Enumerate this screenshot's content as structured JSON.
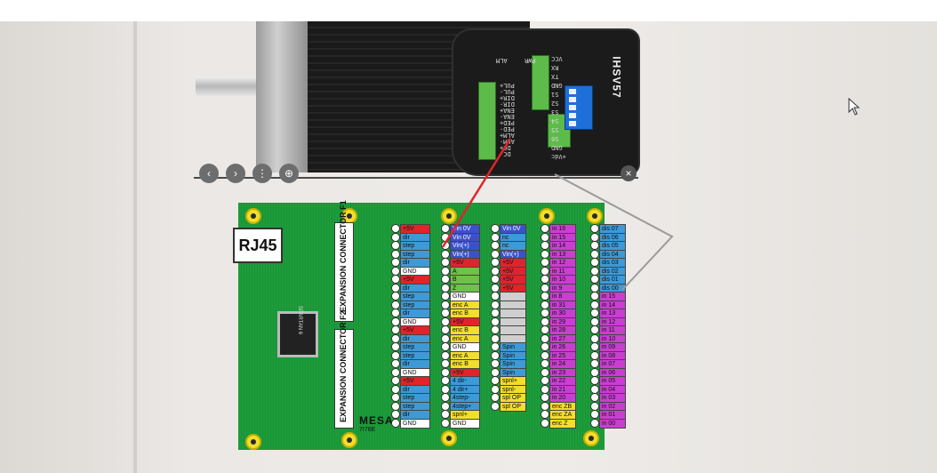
{
  "motor": {
    "model": "IHSV57",
    "left_labels": [
      "ALM",
      "PWR"
    ],
    "terminal_labels": [
      "PUL+",
      "PUL-",
      "DIR+",
      "DIR-",
      "ENA+",
      "ENA-",
      "PED+",
      "PED-",
      "ALM+",
      "ALM-",
      "DC+",
      "DC-"
    ],
    "right_labels": [
      "VCC",
      "RX",
      "TX",
      "GND",
      "S1",
      "S2",
      "S3",
      "S4",
      "S5",
      "S6",
      "GND",
      "+Vdc"
    ]
  },
  "viewer": {
    "prev_icon": "chevron-left-icon",
    "next_icon": "chevron-right-icon",
    "more_icon": "more-icon",
    "zoom_icon": "zoom-icon",
    "prev_label": "‹",
    "next_label": "›",
    "more_label": "⋮",
    "zoom_label": "⊕",
    "close_label": "×"
  },
  "board": {
    "rj45": "RJ45",
    "exp_f1": "EXPANSION CONNECTOR F1",
    "exp_f2": "EXPANSION CONNECTOR F2",
    "fpga": "SPARTAN 6",
    "brand": "MESA",
    "brand_sub": "7I76E",
    "columns": [
      {
        "labels": [
          "+5V",
          "dir",
          "step",
          "step",
          "dir",
          "GND",
          "+5V",
          "dir",
          "step",
          "step",
          "dir",
          "GND",
          "+5V",
          "dir",
          "step",
          "step",
          "dir",
          "GND",
          "+5V",
          "dir",
          "step",
          "step",
          "dir",
          "GND"
        ]
      },
      {
        "labels": [
          "Vin 0V",
          "Vin 0V",
          "Vin(+)",
          "Vin(+)",
          "+5V",
          "A",
          "B",
          "Z",
          "GND",
          "enc A",
          "enc B",
          "+5V",
          "enc B",
          "enc A",
          "GND",
          "enc A",
          "enc B",
          "+5V",
          "4 dir-",
          "4 dir+",
          "4step-",
          "4step+",
          "spnl+",
          "GND"
        ]
      },
      {
        "labels": [
          "Vin 0V",
          "nc",
          "nc",
          "Vin(+)",
          "+5V",
          "+5V",
          "+5V",
          "+5V",
          "",
          "",
          "",
          "",
          "",
          "",
          "Spin",
          "Spin",
          "Spin",
          "Spin",
          "spnl+",
          "spnl-",
          "spl OP",
          "spl OP"
        ]
      },
      {
        "labels": [
          "in 16",
          "in 15",
          "in 14",
          "in 13",
          "in 12",
          "in 11",
          "in 10",
          "in 9",
          "in 8",
          "in 31",
          "in 30",
          "in 29",
          "in 28",
          "in 27",
          "in 26",
          "in 25",
          "in 24",
          "in 23",
          "in 22",
          "in 21",
          "in 20",
          "enc ZB",
          "enc ZA",
          "enc Z"
        ]
      },
      {
        "labels": [
          "dis 07",
          "dis 06",
          "dis 05",
          "dis 04",
          "dis 03",
          "dis 02",
          "dis 01",
          "dis 00",
          "in 15",
          "in 14",
          "in 13",
          "in 12",
          "in 11",
          "in 10",
          "in 09",
          "in 08",
          "in 07",
          "in 06",
          "in 05",
          "in 04",
          "in 03",
          "in 02",
          "in 01",
          "in 00"
        ]
      }
    ],
    "colors": {
      "green": "#1d9d3b",
      "blue": "#3d9ad6",
      "red": "#e0242a",
      "magenta": "#c83fd0",
      "orange": "#f08a24",
      "yellow": "#f2de2c",
      "gray": "#cfcfcf"
    }
  }
}
